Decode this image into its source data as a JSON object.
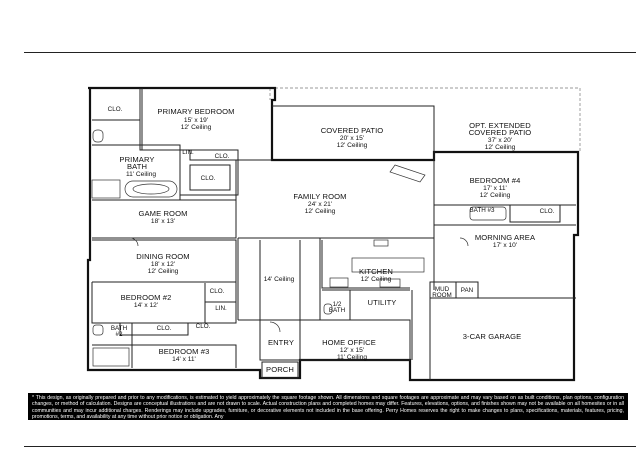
{
  "floorplan": {
    "rooms": {
      "primary_bedroom": {
        "name": "PRIMARY BEDROOM",
        "dims": "15' x 19'",
        "ceiling": "12' Ceiling"
      },
      "covered_patio": {
        "name": "COVERED PATIO",
        "dims": "20' x 15'",
        "ceiling": "12' Ceiling"
      },
      "opt_patio": {
        "name_line1": "OPT. EXTENDED",
        "name_line2": "COVERED PATIO",
        "dims": "37' x 20'",
        "ceiling": "12' Ceiling"
      },
      "primary_bath": {
        "name_line1": "PRIMARY",
        "name_line2": "BATH",
        "ceiling": "11' Ceiling"
      },
      "family_room": {
        "name": "FAMILY ROOM",
        "dims": "24' x 21'",
        "ceiling": "12' Ceiling"
      },
      "bedroom4": {
        "name": "BEDROOM #4",
        "dims": "17' x 11'",
        "ceiling": "12' Ceiling"
      },
      "game_room": {
        "name": "GAME ROOM",
        "dims": "18' x 13'"
      },
      "bath3": {
        "name": "BATH #3"
      },
      "morning_area": {
        "name": "MORNING AREA",
        "dims": "17' x 10'"
      },
      "dining_room": {
        "name": "DINING ROOM",
        "dims": "18' x 12'",
        "ceiling": "12' Ceiling"
      },
      "gallery": {
        "ceiling": "14' Ceiling"
      },
      "kitchen": {
        "name": "KITCHEN",
        "ceiling": "12' Ceiling"
      },
      "pan": {
        "name": "PAN"
      },
      "mud_room": {
        "name_line1": "MUD",
        "name_line2": "ROOM"
      },
      "bedroom2": {
        "name": "BEDROOM #2",
        "dims": "14' x 12'"
      },
      "half_bath": {
        "name_line1": "1/2",
        "name_line2": "BATH"
      },
      "utility": {
        "name": "UTILITY"
      },
      "garage": {
        "name": "3-CAR GARAGE"
      },
      "bath2": {
        "name_line1": "BATH",
        "name_line2": "#2"
      },
      "entry": {
        "name": "ENTRY"
      },
      "home_office": {
        "name": "HOME OFFICE",
        "dims": "12' x 15'",
        "ceiling": "11' Ceiling"
      },
      "bedroom3": {
        "name": "BEDROOM #3",
        "dims": "14' x 11'"
      },
      "porch": {
        "name": "PORCH"
      }
    },
    "labels": {
      "clo": "CLO.",
      "lin": "LIN."
    }
  },
  "disclaimer": "* This design, as originally prepared and prior to any modifications, is estimated to yield approximately the square footage shown. All dimensions and square footages are approximate and may vary based on as built conditions, plan options, configuration changes, or method of calculation. Designs are conceptual illustrations and are not drawn to scale. Actual construction plans and completed homes may differ. Features, elevations, options, and finishes shown may not be available on all homesites or in all communities and may incur additional charges. Renderings may include upgrades, furniture, or decorative elements not included in the base offering. Perry Homes reserves the right to make changes to plans, specifications, materials, features, pricing, promotions, terms, and availability at any time without prior notice or obligation. Any"
}
